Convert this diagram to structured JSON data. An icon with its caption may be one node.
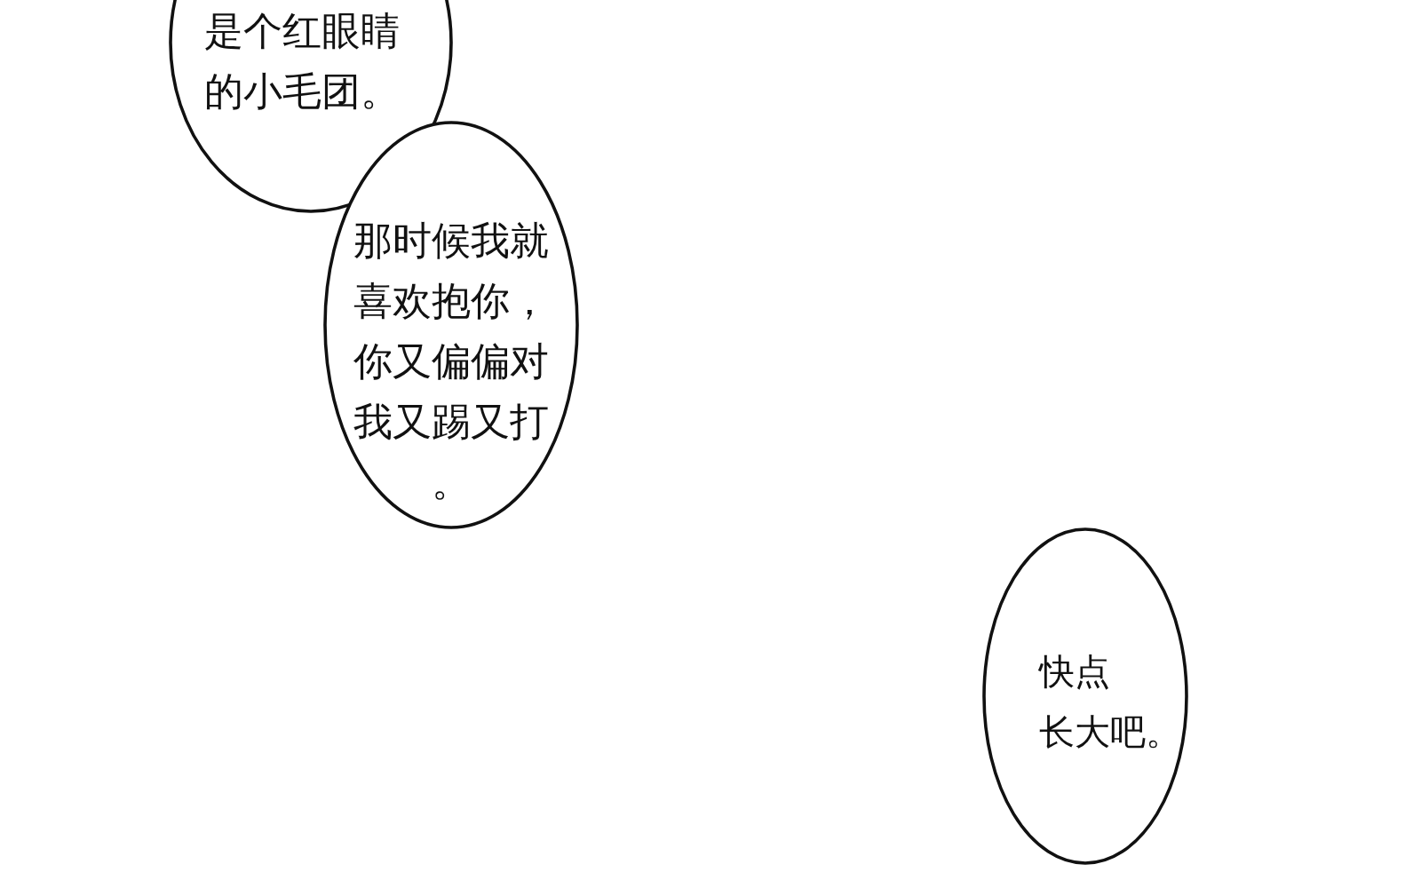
{
  "diagram": {
    "nodes": [
      {
        "text": [
          "是个红眼睛的小毛团。"
        ]
      },
      {
        "text": [
          "那时候我就喜欢抱你，你又偏偏对我又踢又打。"
        ]
      },
      {
        "text": [
          "快点长大吧。"
        ]
      }
    ]
  }
}
